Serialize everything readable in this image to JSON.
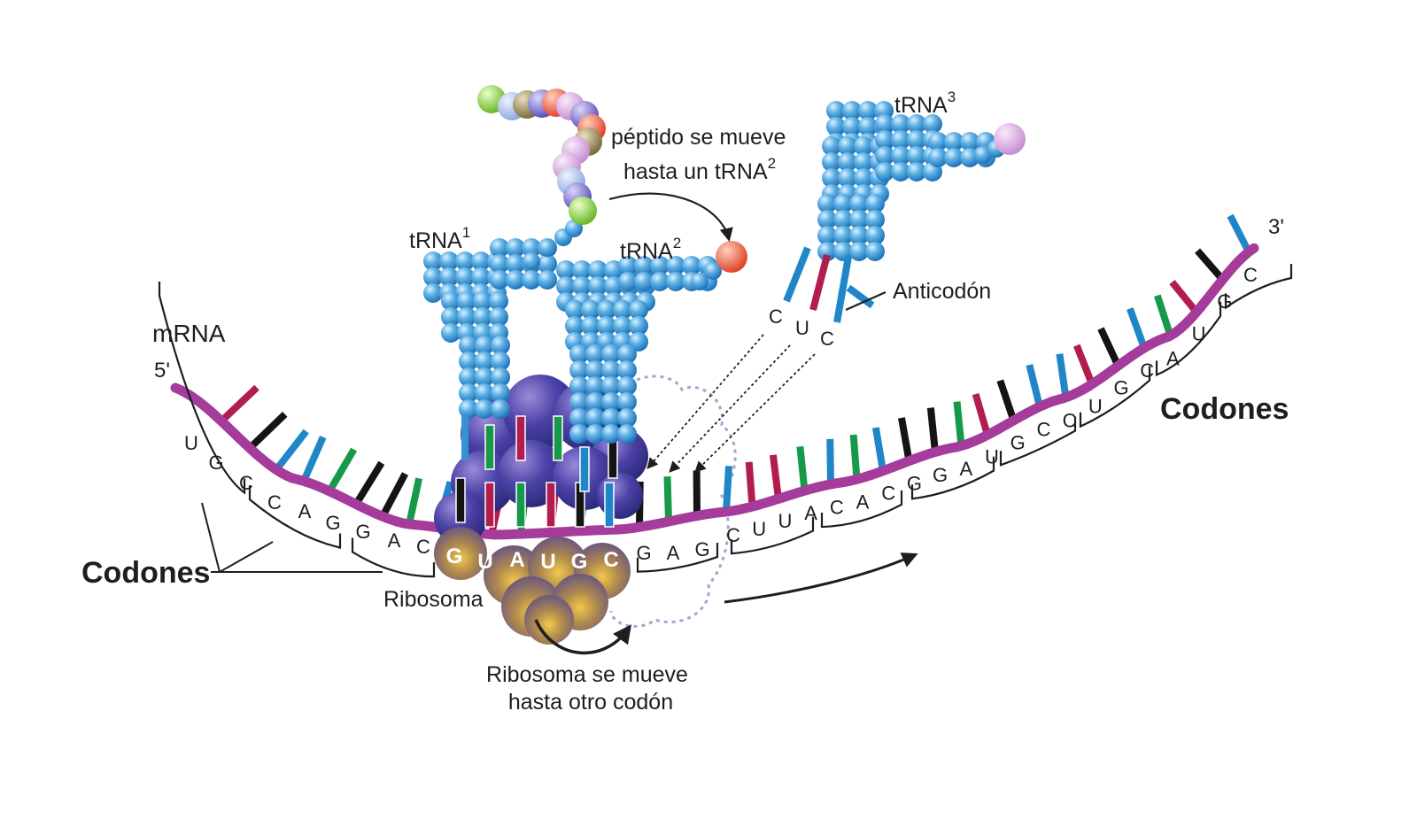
{
  "labels": {
    "mrna": "mRNA",
    "five_prime": "5'",
    "three_prime": "3'",
    "trna1_base": "tRNA",
    "trna1_sup": "1",
    "trna2_base": "tRNA",
    "trna2_sup": "2",
    "trna3_base": "tRNA",
    "trna3_sup": "3",
    "peptide_line1": "péptido se mueve",
    "peptide_line2_base": "hasta un tRNA",
    "peptide_line2_sup": "2",
    "anticodon": "Anticodón",
    "ribosome": "Ribosoma",
    "ribosome_moves_line1": "Ribosoma se mueve",
    "ribosome_moves_line2": "hasta otro codón",
    "codons_left": "Codones",
    "codons_right": "Codones"
  },
  "sequence": {
    "left_bases": [
      "U",
      "G",
      "C",
      "C",
      "A",
      "G",
      "G",
      "A",
      "C"
    ],
    "ribosome_bases": [
      "G",
      "U",
      "A",
      "U",
      "G",
      "C"
    ],
    "right_bases": [
      "G",
      "A",
      "G",
      "C",
      "U",
      "U",
      "A",
      "C",
      "A",
      "C",
      "G",
      "G",
      "A",
      "U",
      "G",
      "C",
      "C",
      "U",
      "G",
      "C",
      "A",
      "U",
      "G",
      "C"
    ],
    "anticodon_bases": [
      "C",
      "U",
      "C"
    ]
  },
  "colors": {
    "mrna_backbone": "#a53c9b",
    "base_red": "#b11e4d",
    "base_black": "#141414",
    "base_blue": "#1f86c8",
    "base_green": "#169a4a",
    "trna_blue": "#3592d3",
    "ribosome_purple": "#3a3a8f",
    "ribosome_gold": "#8f7a4a"
  }
}
